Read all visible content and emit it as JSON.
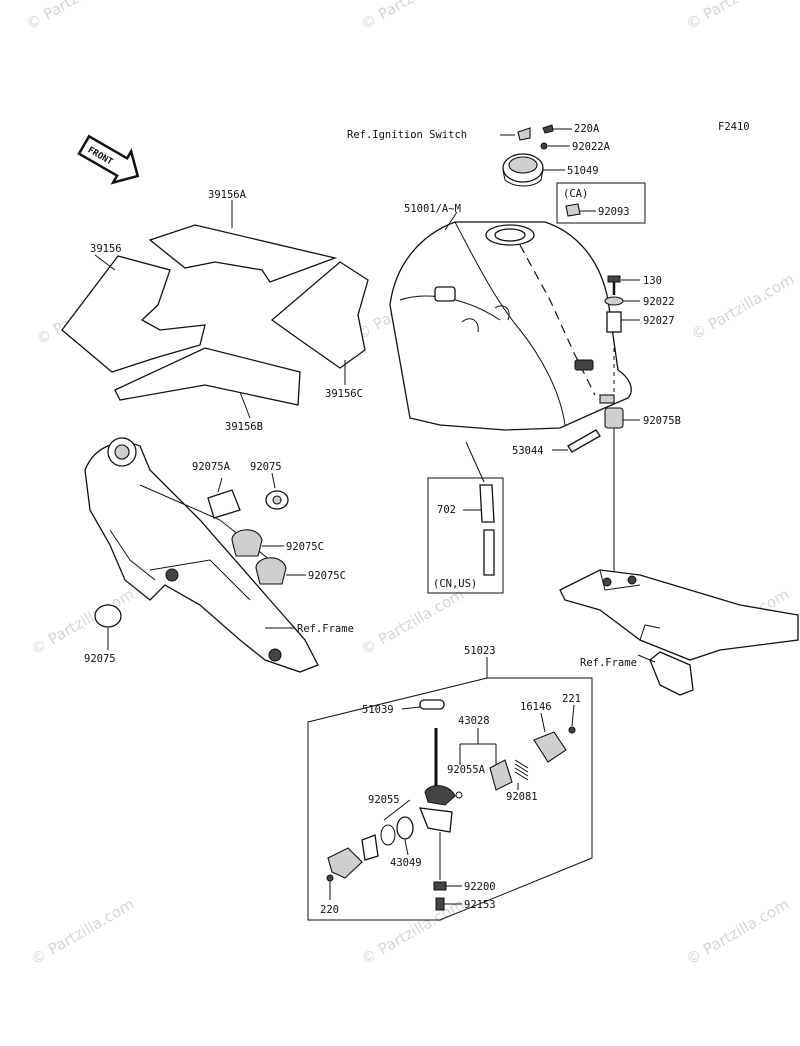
{
  "figure_code": "F2410",
  "watermark": "© Partzilla.com",
  "front_arrow": "FRONT",
  "boxes": {
    "ca": "(CA)",
    "cn_us": "(CN,US)"
  },
  "labels": {
    "ref_ignition": "Ref.Ignition Switch",
    "p220a": "220A",
    "p92022a": "92022A",
    "p51049": "51049",
    "p92093": "92093",
    "p51001": "51001/A~M",
    "p39156a": "39156A",
    "p39156": "39156",
    "p39156c": "39156C",
    "p39156b": "39156B",
    "p130": "130",
    "p92022": "92022",
    "p92027": "92027",
    "p92075b": "92075B",
    "p53044": "53044",
    "p702": "702",
    "p92075a": "92075A",
    "p92075_top": "92075",
    "p92075c_1": "92075C",
    "p92075c_2": "92075C",
    "p92075_left": "92075",
    "ref_frame_1": "Ref.Frame",
    "ref_frame_2": "Ref.Frame",
    "p51023": "51023",
    "p51039": "51039",
    "p43028": "43028",
    "p16146": "16146",
    "p221": "221",
    "p92055a": "92055A",
    "p92081": "92081",
    "p92055": "92055",
    "p43049": "43049",
    "p92200": "92200",
    "p92153": "92153",
    "p220": "220"
  }
}
